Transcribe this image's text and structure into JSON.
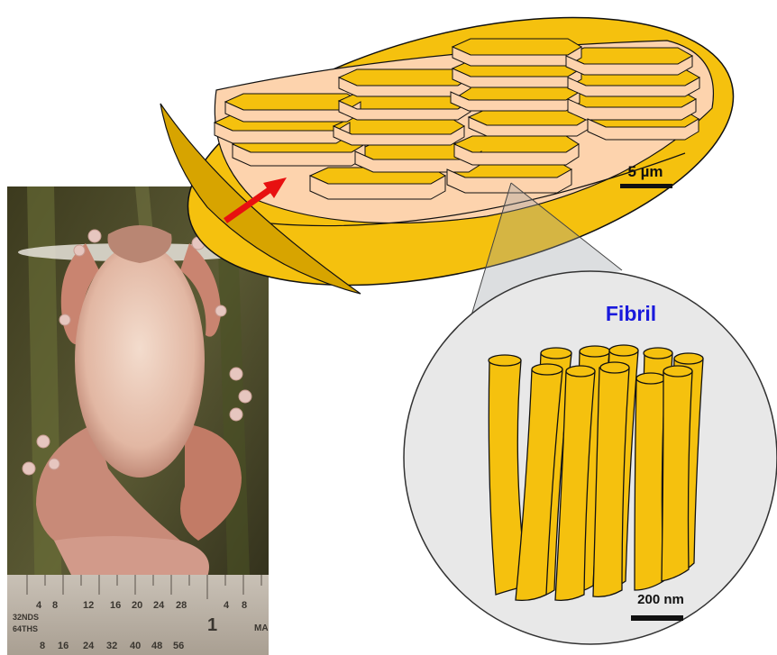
{
  "figure": {
    "toe_pad_scale_label": "5 µm",
    "fibril_title": "Fibril",
    "fibril_scale_label": "200 nm",
    "ruler": {
      "top_row": [
        "4",
        "8",
        "12",
        "16",
        "20",
        "24",
        "28",
        "1",
        "4",
        "8"
      ],
      "bottom_row": [
        "8",
        "16",
        "24",
        "32",
        "40",
        "48",
        "56"
      ],
      "side_text": [
        "32NDS",
        "64THS"
      ],
      "edge_text": "MA"
    },
    "colors": {
      "keratin_yellow": "#f5c10e",
      "cell_tissue": "#fdd3ad",
      "fibril_title_blue": "#1a1adc",
      "arrow_red": "#e81010",
      "zoom_circle": "#e8e8e8"
    }
  }
}
